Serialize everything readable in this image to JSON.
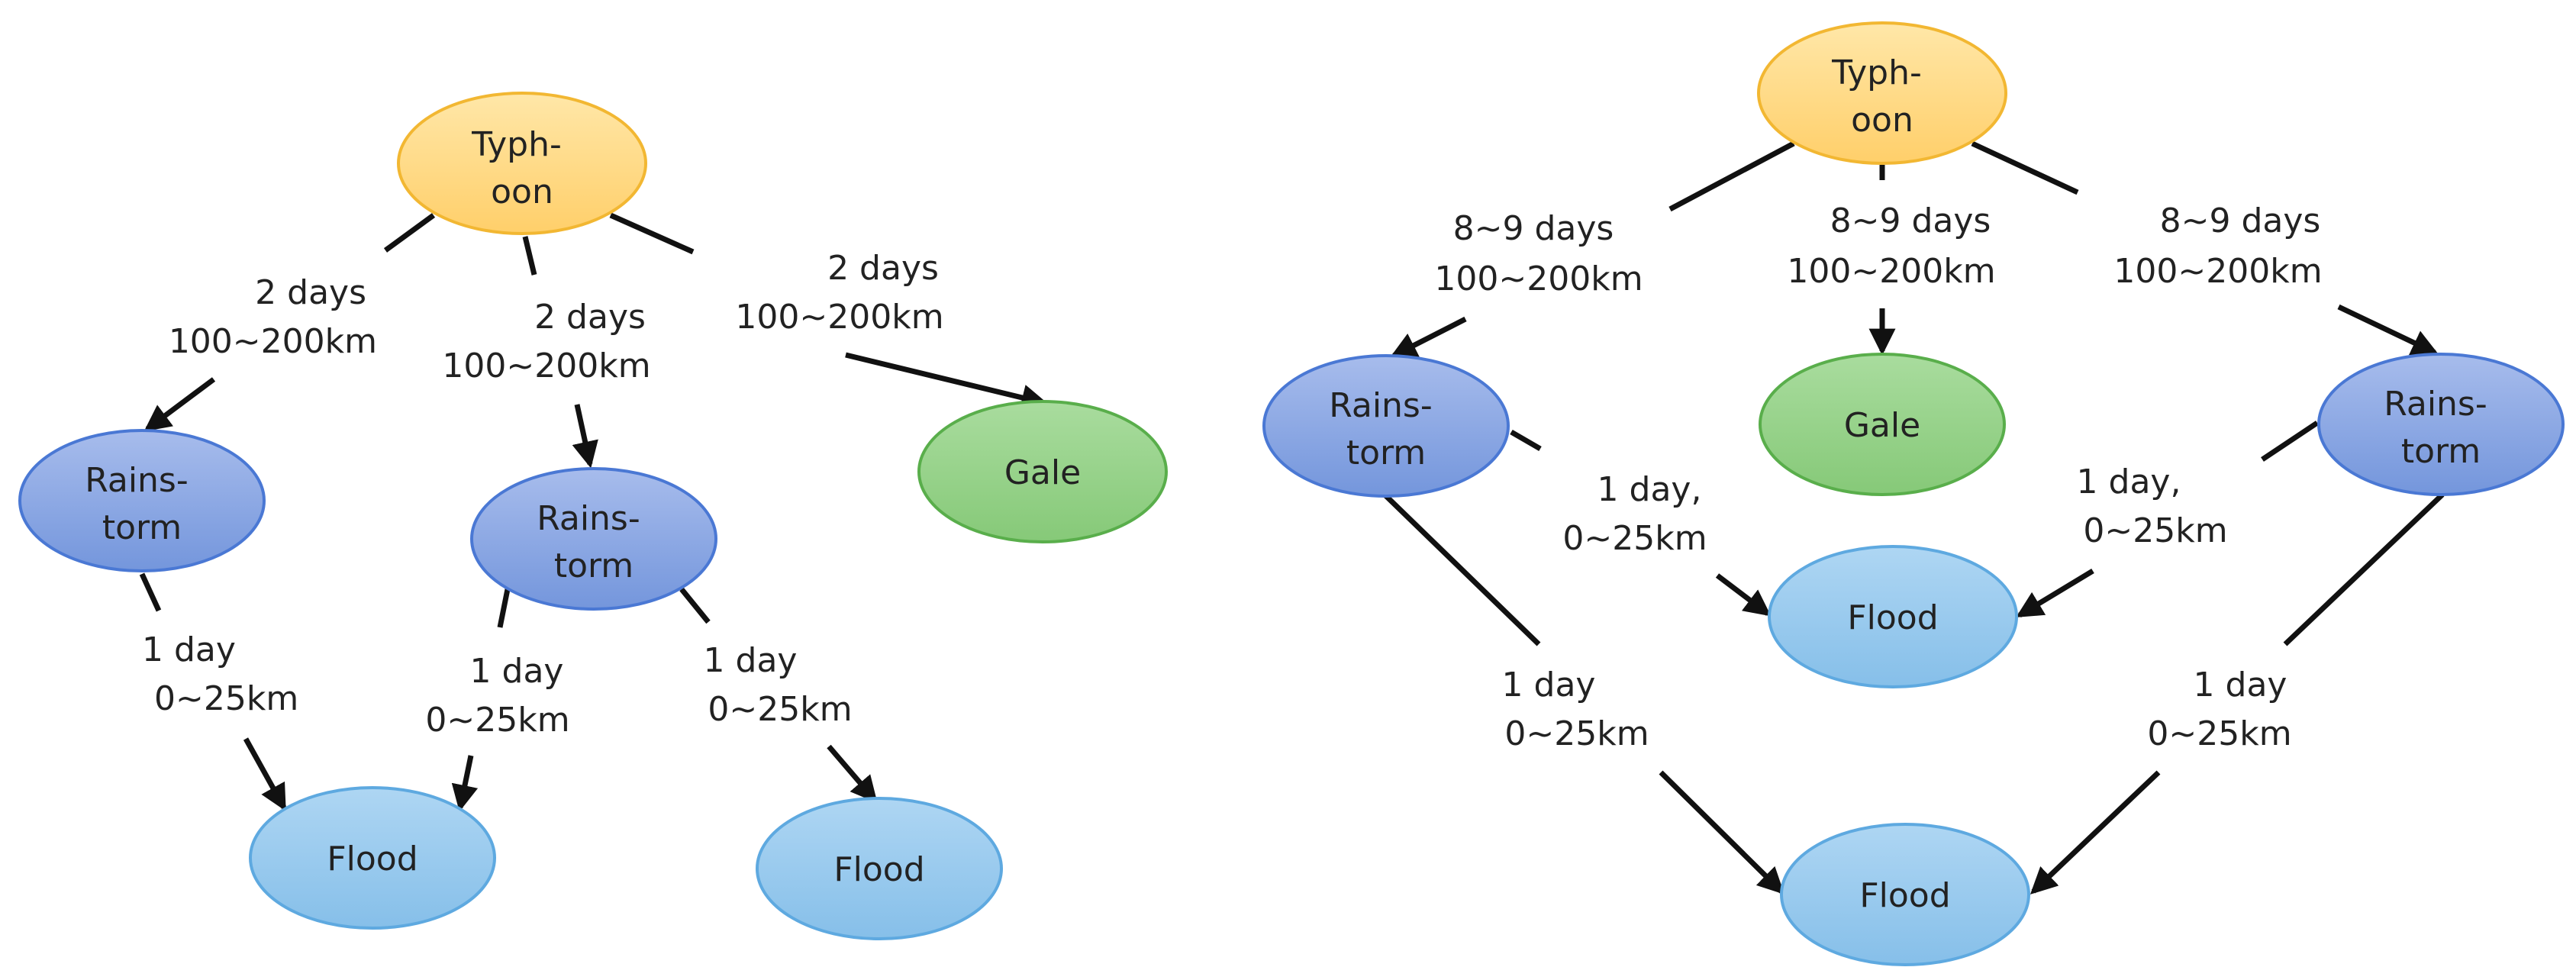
{
  "colors": {
    "typhoon": "#ffd273",
    "typhoon_stroke": "#f2b732",
    "rainstorm": "#7f9ee0",
    "rainstorm_stroke": "#4a78d4",
    "flood": "#8dc4ec",
    "flood_stroke": "#5ea9e0",
    "gale": "#8fcf83",
    "gale_stroke": "#59ae4b"
  },
  "left": {
    "nodes": {
      "typhoon": {
        "lines": [
          "Typh-",
          "oon"
        ]
      },
      "rainstorm_a": {
        "lines": [
          "Rains-",
          "torm"
        ]
      },
      "rainstorm_b": {
        "lines": [
          "Rains-",
          "torm"
        ]
      },
      "gale": {
        "lines": [
          "Gale"
        ]
      },
      "flood_a": {
        "lines": [
          "Flood"
        ]
      },
      "flood_b": {
        "lines": [
          "Flood"
        ]
      }
    },
    "edges": {
      "typhoon_rainstorm_a": {
        "lines": [
          "2 days",
          "100~200km"
        ]
      },
      "typhoon_rainstorm_b": {
        "lines": [
          "2 days",
          "100~200km"
        ]
      },
      "typhoon_gale": {
        "lines": [
          "2 days",
          "100~200km"
        ]
      },
      "rainstorm_a_flood_a": {
        "lines": [
          "1 day",
          "0~25km"
        ]
      },
      "rainstorm_b_flood_a": {
        "lines": [
          "1 day",
          "0~25km"
        ]
      },
      "rainstorm_b_flood_b": {
        "lines": [
          "1 day",
          "0~25km"
        ]
      }
    }
  },
  "right": {
    "nodes": {
      "typhoon": {
        "lines": [
          "Typh-",
          "oon"
        ]
      },
      "rainstorm_left": {
        "lines": [
          "Rains-",
          "torm"
        ]
      },
      "gale": {
        "lines": [
          "Gale"
        ]
      },
      "rainstorm_right": {
        "lines": [
          "Rains-",
          "torm"
        ]
      },
      "flood_middle": {
        "lines": [
          "Flood"
        ]
      },
      "flood_bottom": {
        "lines": [
          "Flood"
        ]
      }
    },
    "edges": {
      "typhoon_rainstorm_left": {
        "lines": [
          "8~9 days",
          "100~200km"
        ]
      },
      "typhoon_gale": {
        "lines": [
          "8~9 days",
          "100~200km"
        ]
      },
      "typhoon_rainstorm_right": {
        "lines": [
          "8~9 days",
          "100~200km"
        ]
      },
      "rainstorm_left_flood_middle": {
        "lines": [
          "1 day,",
          "0~25km"
        ]
      },
      "rainstorm_right_flood_middle": {
        "lines": [
          "1 day,",
          "0~25km"
        ]
      },
      "rainstorm_left_flood_bottom": {
        "lines": [
          "1 day",
          "0~25km"
        ]
      },
      "rainstorm_right_flood_bottom": {
        "lines": [
          "1 day",
          "0~25km"
        ]
      }
    }
  }
}
